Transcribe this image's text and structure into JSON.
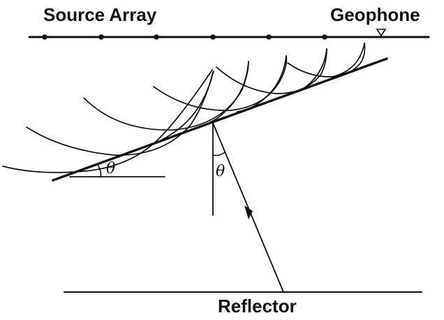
{
  "labels": {
    "source_array": "Source Array",
    "geophone": "Geophone",
    "reflector": "Reflector",
    "angle_left": "θ",
    "angle_right": "θ"
  },
  "colors": {
    "ink": "#111111",
    "background": "#ffffff"
  },
  "icons": {
    "source": "filled-dot",
    "geophone": "hollow-triangle-down",
    "ray_direction": "arrowhead"
  },
  "source_count": 6
}
